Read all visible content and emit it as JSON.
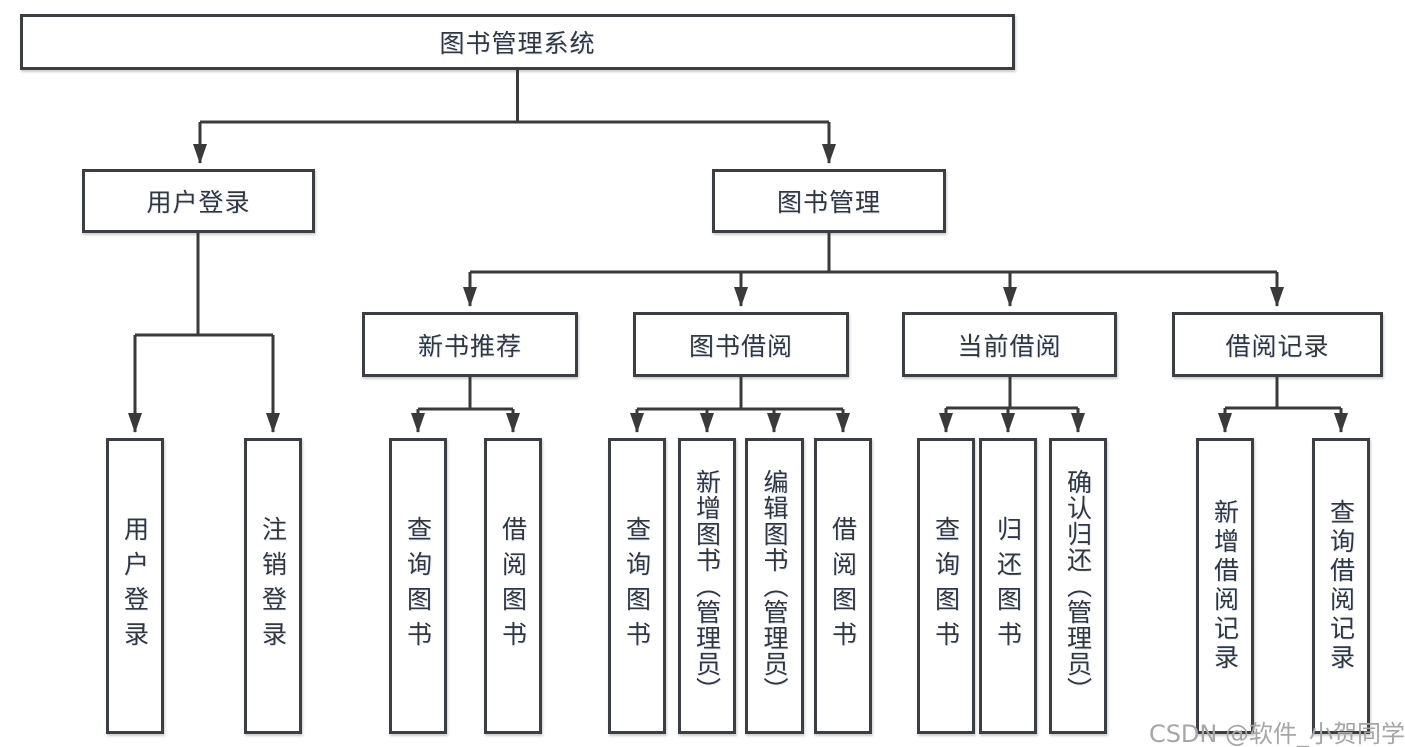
{
  "diagram": {
    "title": "图书管理系统",
    "type": "hierarchy-tree",
    "colors": {
      "line": "#3a3a3a",
      "box_border": "#3b3e42",
      "text": "#33373c",
      "background": "#ffffff",
      "watermark_text_color": "#a6a6a6"
    },
    "tree": {
      "label": "图书管理系统",
      "children": [
        {
          "label": "用户登录",
          "children": [
            {
              "label": "用户登录"
            },
            {
              "label": "注销登录"
            }
          ]
        },
        {
          "label": "图书管理",
          "children": [
            {
              "label": "新书推荐",
              "children": [
                {
                  "label": "查询图书"
                },
                {
                  "label": "借阅图书"
                }
              ]
            },
            {
              "label": "图书借阅",
              "children": [
                {
                  "label": "查询图书"
                },
                {
                  "label": "新增图书（管理员）"
                },
                {
                  "label": "编辑图书（管理员）"
                },
                {
                  "label": "借阅图书"
                }
              ]
            },
            {
              "label": "当前借阅",
              "children": [
                {
                  "label": "查询图书"
                },
                {
                  "label": "归还图书"
                },
                {
                  "label": "确认归还（管理员）"
                }
              ]
            },
            {
              "label": "借阅记录",
              "children": [
                {
                  "label": "新增借阅记录"
                },
                {
                  "label": "查询借阅记录"
                }
              ]
            }
          ]
        }
      ]
    },
    "watermark": "CSDN @软件_小贺同学"
  }
}
